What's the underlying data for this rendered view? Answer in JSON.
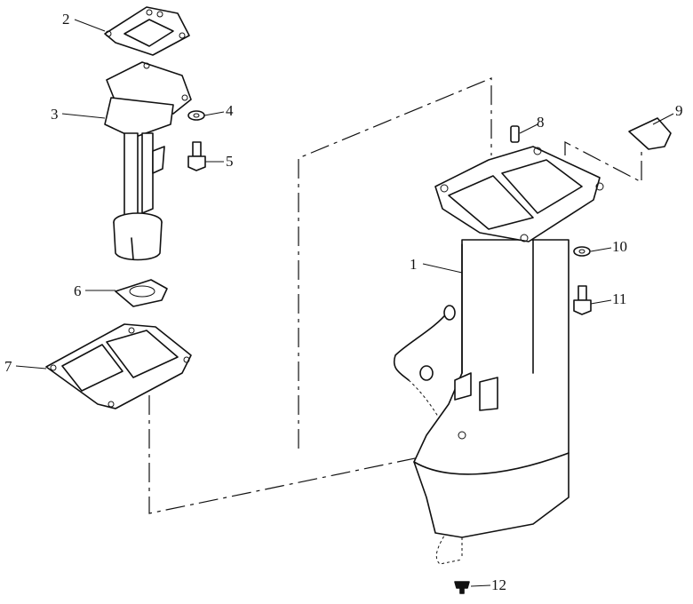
{
  "diagram": {
    "callouts": [
      {
        "id": "1",
        "part": "drive-shaft-housing"
      },
      {
        "id": "2",
        "part": "gasket-top"
      },
      {
        "id": "3",
        "part": "exhaust-guide"
      },
      {
        "id": "4",
        "part": "washer"
      },
      {
        "id": "5",
        "part": "bolt"
      },
      {
        "id": "6",
        "part": "seal"
      },
      {
        "id": "7",
        "part": "gasket-bottom"
      },
      {
        "id": "8",
        "part": "dowel-pin"
      },
      {
        "id": "9",
        "part": "cover"
      },
      {
        "id": "10",
        "part": "washer"
      },
      {
        "id": "11",
        "part": "bolt"
      },
      {
        "id": "12",
        "part": "screw"
      }
    ]
  }
}
